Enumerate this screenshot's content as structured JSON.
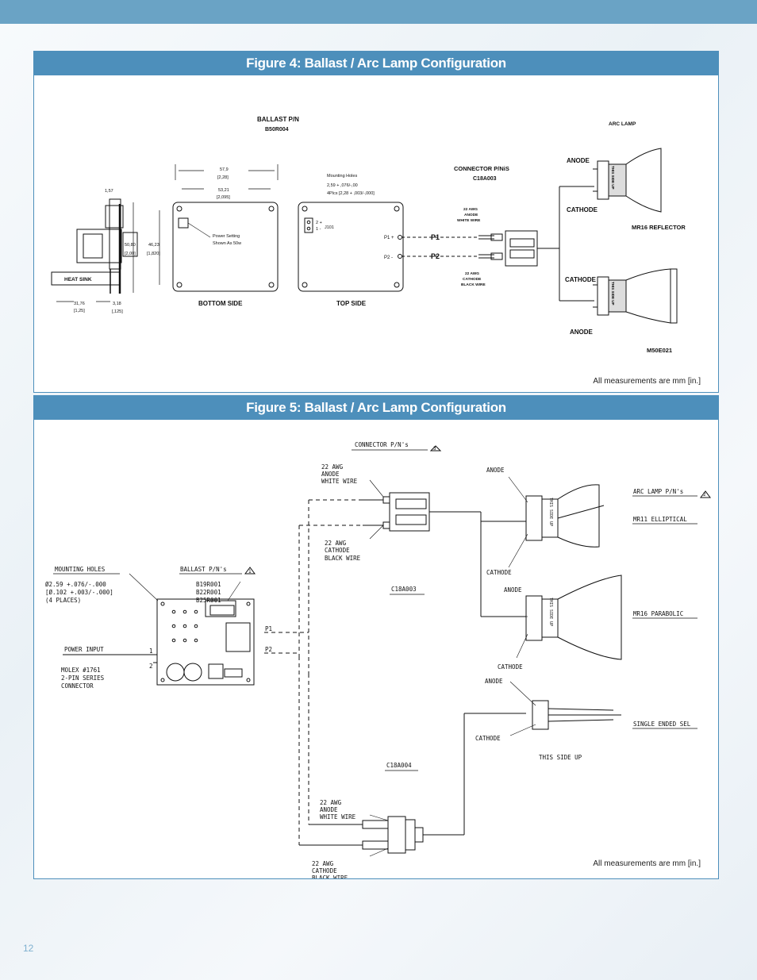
{
  "page_number": "12",
  "fig4": {
    "title": "Figure 4: Ballast / Arc Lamp Configuration",
    "ballast_pn_label": "BALLAST P/N",
    "ballast_pn": "B50R004",
    "dim_57_9": "57,9",
    "dim_2_28": "[2,28]",
    "dim_53_21": "53,21",
    "dim_2_095": "[2,095]",
    "dim_1_57": "1,57",
    "dim_50_80": "50,80",
    "dim_2_00": "[2,00]",
    "dim_46_23": "46,23",
    "dim_1_820": "[1,820]",
    "dim_31_76": "31,76",
    "dim_1_25": "[1,25]",
    "dim_3_18": "3,18",
    "dim_125": "[,125]",
    "heat_sink": "HEAT SINK",
    "power_setting_1": "Power Setting",
    "power_setting_2": "Shown As 50w",
    "mounting_holes": "Mounting Holes",
    "mounting_dim1": "2,59 + ,076/-,00",
    "mounting_dim2": "4Plcs [2,28 + ,003/-,000]",
    "j101_1": "2 +",
    "j101_2": "1 -",
    "j101": "J101",
    "p1_pin": "P1 +",
    "p2_pin": "P2 -",
    "bottom_side": "BOTTOM SIDE",
    "top_side": "TOP SIDE",
    "connector_label": "CONNECTOR P/NiS",
    "connector_pn": "C18A003",
    "p1": "P1",
    "p2": "P2",
    "awg_white_1": "22 AWG",
    "awg_white_2": "ANODE",
    "awg_white_3": "WHITE WIRE",
    "awg_black_1": "22 AWG",
    "awg_black_2": "CATHODE",
    "awg_black_3": "BLACK WIRE",
    "arc_lamp": "ARC LAMP",
    "anode": "ANODE",
    "cathode": "CATHODE",
    "this_side_up": "THIS SIDE UP",
    "mr16_reflector": "MR16 REFLECTOR",
    "m50e021": "M50E021",
    "measurements": "All measurements are mm [in.]"
  },
  "fig5": {
    "title": "Figure 5: Ballast / Arc Lamp Configuration",
    "connector_pns": "CONNECTOR P/N's",
    "flag3": "3",
    "awg_white_1": "22 AWG",
    "awg_white_2": "ANODE",
    "awg_white_3": "WHITE WIRE",
    "awg_black_1": "22 AWG",
    "awg_black_2": "CATHODE",
    "awg_black_3": "BLACK WIRE",
    "c18a003": "C18A003",
    "c18a004": "C18A004",
    "mounting_holes": "MOUNTING HOLES",
    "mh1": "Ø2.59 +.076/-.000",
    "mh2": "[Ø.102 +.003/-.000]",
    "mh3": "(4 PLACES)",
    "ballast_pns": "BALLAST P/N's",
    "flag1": "1",
    "b19": "B19R001",
    "b22": "B22R001",
    "b25": "B25R001",
    "power_input": "POWER INPUT",
    "pin1": "1",
    "pin2": "2",
    "molex1": "MOLEX #1761",
    "molex2": "2-PIN SERIES",
    "molex3": "CONNECTOR",
    "p1": "P1",
    "p2": "P2",
    "anode": "ANODE",
    "cathode": "CATHODE",
    "this_side_up": "THIS SIDE UP",
    "arc_lamp_pns": "ARC LAMP P/N's",
    "flag2": "2",
    "mr11": "MR11 ELLIPTICAL",
    "mr16": "MR16 PARABOLIC",
    "single_ended": "SINGLE ENDED SEL",
    "measurements": "All measurements are mm [in.]"
  }
}
